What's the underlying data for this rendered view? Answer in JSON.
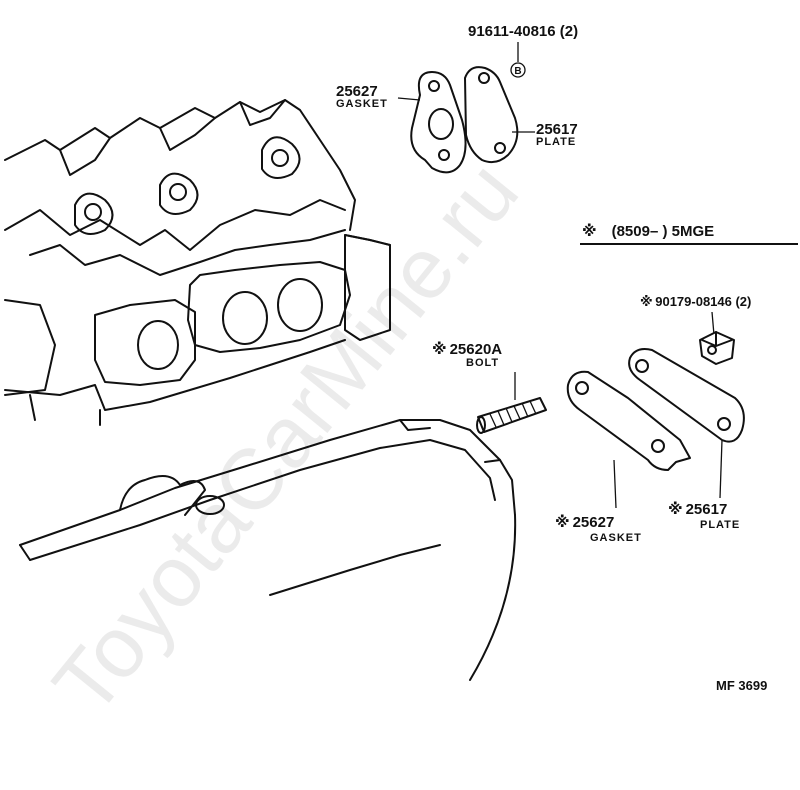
{
  "watermark": "ToyotaCarMine.ru",
  "drawing_code": "MF  3699",
  "condition_header": "※ (8509–          ) 5MGE",
  "top_group": {
    "bolt_ref": "91611-40816 (2)",
    "bolt_symbol": "B",
    "gasket_number": "25627",
    "gasket_name": "GASKET",
    "plate_number": "25617",
    "plate_name": "PLATE"
  },
  "right_group": {
    "nut_ref": "※ 90179-08146 (2)",
    "bolt_number": "※ 25620A",
    "bolt_name": "BOLT",
    "gasket_number": "※ 25627",
    "gasket_name": "GASKET",
    "plate_number": "※ 25617",
    "plate_name": "PLATE"
  }
}
